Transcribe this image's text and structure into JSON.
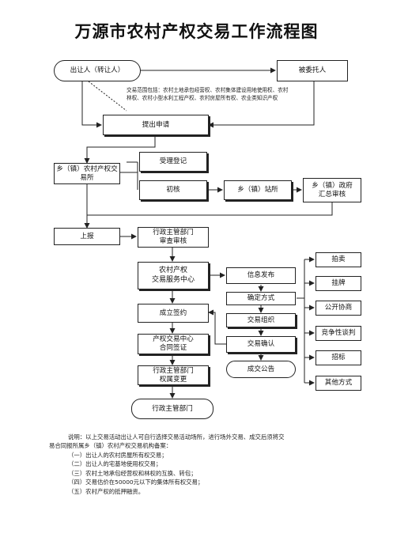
{
  "title": "万源市农村产权交易工作流程图",
  "nodes": {
    "transferor": "出让人（转让人）",
    "entrusted": "被委托人",
    "scope": "交易范围包括：农村土地承包经营权、农村集体建设用地使用权、农村林权、农村小型水利工程产权、农村房屋所有权、农业类知识产权",
    "apply": "提出申请",
    "township_center": "乡（镇）农村产权交\n易所",
    "accept": "受理登记",
    "preliminary": "初核",
    "township_station": "乡（镇）站所",
    "township_gov": "乡（镇）政府\n汇总审核",
    "report": "上报",
    "admin_review": "行政主管部门\n审查审核",
    "service_center": "农村产权\n交易服务中心",
    "sign": "成立签约",
    "contract": "产权交易中心\n合同签证",
    "ownership_change": "行政主管部门\n权属变更",
    "admin_final": "行政主管部门",
    "info_release": "信息发布",
    "determine_method": "确定方式",
    "organize": "交易组织",
    "confirm": "交易确认",
    "announcement": "成交公告"
  },
  "methods": [
    "拍卖",
    "挂牌",
    "公开协商",
    "竞争性谈判",
    "招标",
    "其他方式"
  ],
  "note": {
    "intro": "说明：以上交易活动出让人可自行选择交易活动场所，进行场外交易、成交后须将交",
    "intro2": "易合同报所属乡（镇）农村产权交易机构备案：",
    "items": [
      "（一）出让人的农村房屋所有权交易；",
      "（二）出让人的宅基地使用权交易；",
      "（三）农村土地承包经营权和林权的互换、转包；",
      "（四）交易估价在50000元以下的集体所有权交易；",
      "（五）农村产权的抵押融资。"
    ]
  }
}
